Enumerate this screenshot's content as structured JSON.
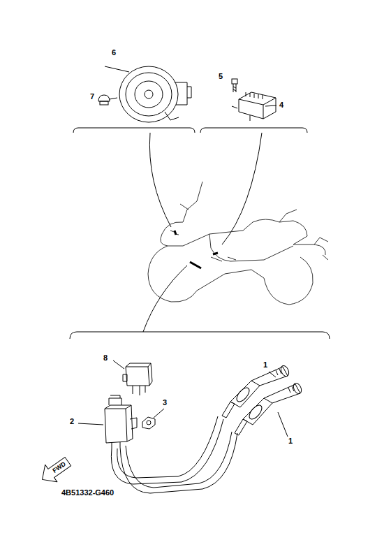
{
  "diagram": {
    "nodes": [
      {
        "text": [
          "FWD"
        ]
      }
    ],
    "labels": [
      "6",
      "7",
      "5",
      "4",
      "8",
      "1",
      "3",
      "2",
      "1",
      "4B51332-G460"
    ]
  }
}
